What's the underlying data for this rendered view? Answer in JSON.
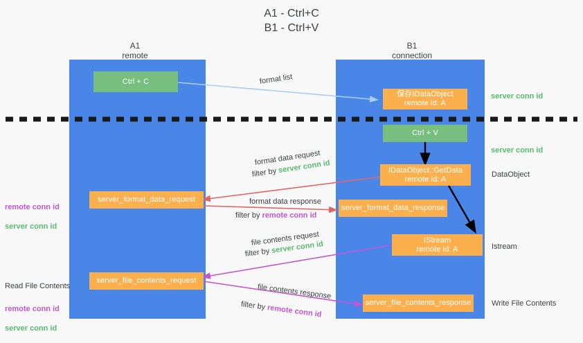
{
  "title": "A1 - Ctrl+C\nB1 - Ctrl+V",
  "colors": {
    "background": "#f8f8f8",
    "lane": "#4a86e8",
    "node_green": "#76bf7e",
    "node_orange": "#fbb04d",
    "accent_green": "#57bb6e",
    "accent_purple": "#c455d2",
    "arrow_blue": "#a9cdf4",
    "arrow_red": "#e06666",
    "arrow_magenta": "#c455d2",
    "arrow_black": "#000000",
    "text": "#3c4043"
  },
  "lanes": [
    {
      "name": "A1",
      "sub": "remote"
    },
    {
      "name": "B1",
      "sub": "connection"
    }
  ],
  "nodes": {
    "ctrl_c": "Ctrl + C",
    "ctrl_v": "Ctrl + V",
    "save_idataobject": "保存IDataObject\nremote id: A",
    "getdata": "IDataObject::GetData\nremote id: A",
    "istream": "IStream\nremote id: A",
    "server_format_data_request": "server_format_data_request",
    "server_format_data_response": "server_format_data_response",
    "server_file_contents_request": "server_file_contents_request",
    "server_file_contents_response": "server_file_contents_response"
  },
  "edge_labels": {
    "format_list": "format list",
    "format_data_request": "format data request",
    "format_data_request_filter_prefix": "filter by ",
    "format_data_request_filter_token": "server conn id",
    "format_data_response": "format data response",
    "format_data_response_filter_prefix": "filter by ",
    "format_data_response_filter_token": "remote conn id",
    "file_contents_request": "file contents request",
    "file_contents_request_filter_prefix": "filter by ",
    "file_contents_request_filter_token": "server conn id",
    "file_contents_response": "file contents response",
    "file_contents_response_filter_prefix": "filter by ",
    "file_contents_response_filter_token": "remote conn id"
  },
  "left_notes": {
    "conn_pair_top_remote": "remote conn id",
    "conn_pair_top_server": "server conn id",
    "read_file_contents": "Read File Contents",
    "conn_pair_bottom_remote": "remote conn id",
    "conn_pair_bottom_server": "server conn id"
  },
  "right_notes": {
    "server_conn_id_top": "server conn id",
    "server_conn_id_mid": "server conn id",
    "dataobject": "DataObject",
    "istream": "Istream",
    "write_file_contents": "Write File Contents"
  }
}
